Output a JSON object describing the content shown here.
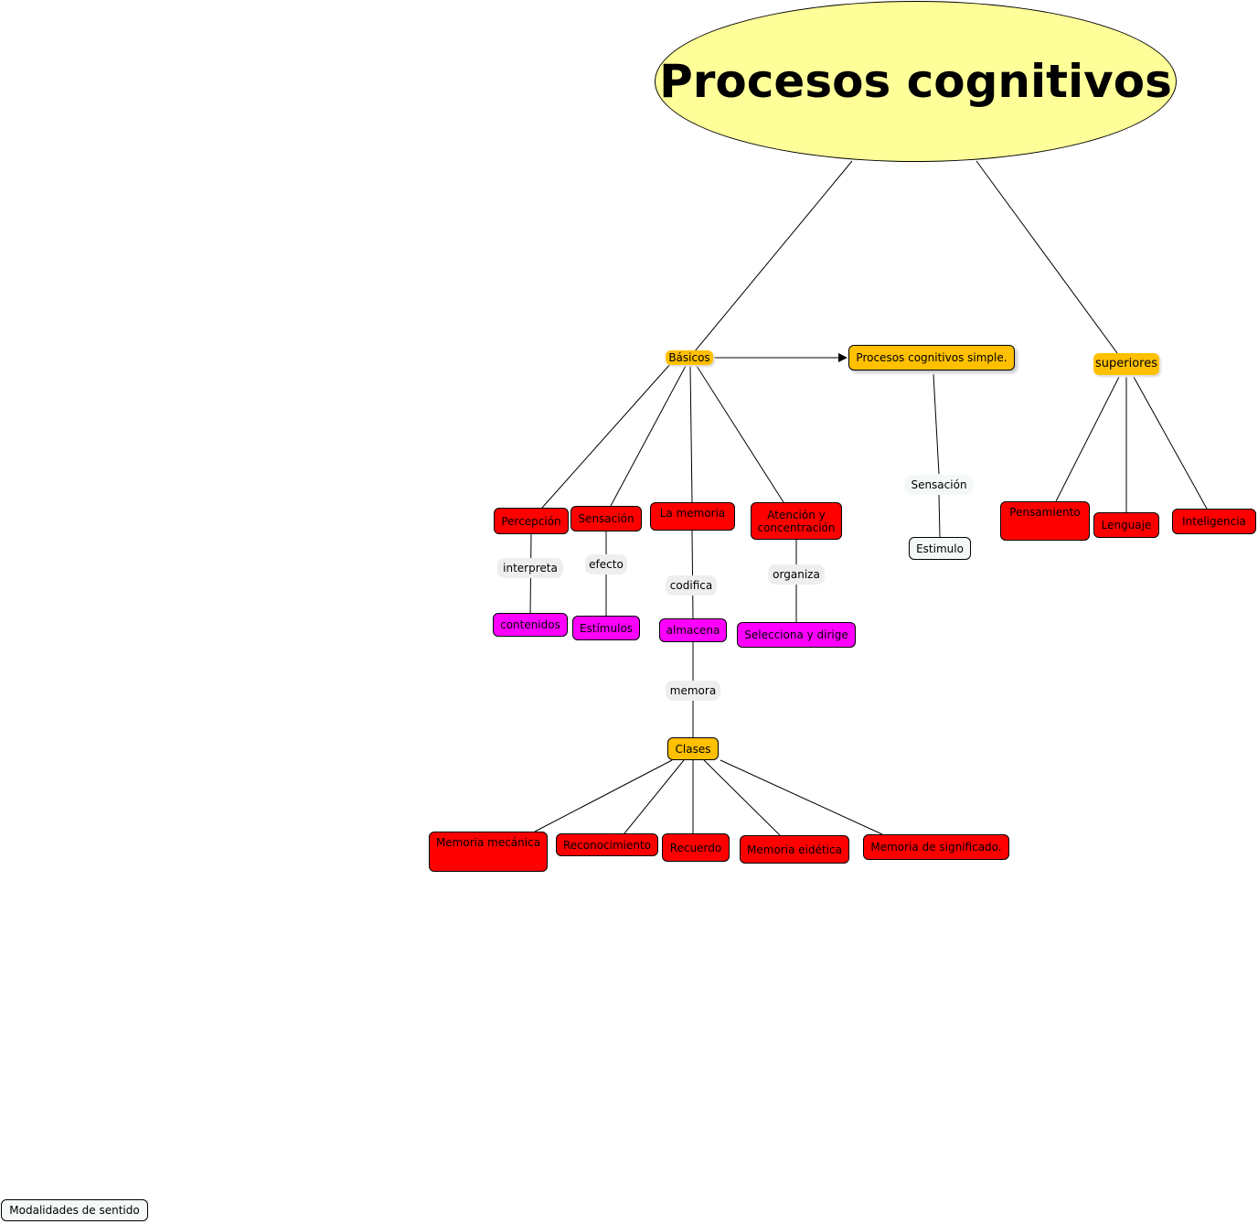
{
  "root": {
    "label": "Procesos cognitivos"
  },
  "nodes": {
    "basicos": "Básicos",
    "simple": "Procesos cognitivos simple.",
    "superiores": "superiores",
    "sensacion_label": "Sensación",
    "estimulo": "Estimulo",
    "percepcion": "Percepción",
    "sensacion": "Sensación",
    "memoria": "La memoria",
    "atencion": "Atención y concentración",
    "pensamiento": "Pensamiento",
    "lenguaje": "Lenguaje",
    "inteligencia": "Inteligencia",
    "interpreta": "interpreta",
    "efecto": "efecto",
    "codifica": "codifica",
    "organiza": "organiza",
    "contenidos": "contenidos",
    "estimulos": "Estímulos",
    "almacena": "almacena",
    "selecciona": "Selecciona y dirige",
    "memora": "memora",
    "clases": "Clases",
    "mecanica": "Memoria mecánica",
    "reconocimiento": "Reconocimiento",
    "recuerdo": "Recuerdo",
    "eidetica": "Memoria eidética",
    "significado": "Memoria de significado.",
    "modalidades": "Modalidades de sentido"
  },
  "colors": {
    "root_fill": "#ffff99",
    "red_concept": "#ff0000",
    "magenta_concept": "#ff00ff",
    "orange_concept": "#ffc000",
    "link_label": "#eeeeee"
  }
}
